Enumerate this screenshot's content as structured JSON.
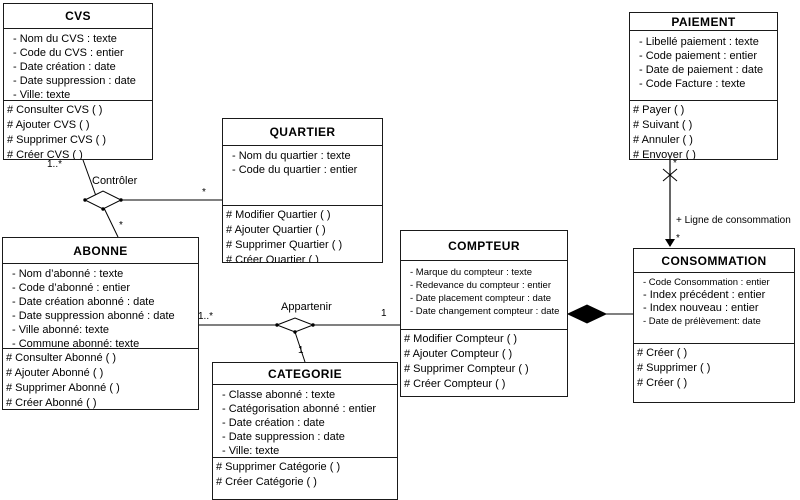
{
  "diagram_type": "uml-class-diagram",
  "colors": {
    "line": "#000000",
    "background": "#ffffff",
    "box_fill": "#ffffff",
    "text": "#000000"
  },
  "classes": {
    "cvs": {
      "name": "CVS",
      "attributes": [
        "- Nom du CVS : texte",
        "- Code du CVS : entier",
        "- Date création : date",
        "- Date suppression : date",
        "- Ville: texte"
      ],
      "methods": [
        "# Consulter CVS ( )",
        "# Ajouter CVS ( )",
        "# Supprimer CVS ( )",
        "# Créer CVS ( )"
      ]
    },
    "quartier": {
      "name": "QUARTIER",
      "attributes": [
        "- Nom du quartier : texte",
        "- Code du quartier : entier"
      ],
      "methods": [
        "# Modifier Quartier ( )",
        "# Ajouter Quartier ( )",
        "# Supprimer Quartier ( )",
        "# Créer Quartier ( )"
      ]
    },
    "abonne": {
      "name": "ABONNE",
      "attributes": [
        "- Nom d’abonné : texte",
        "- Code d’abonné : entier",
        "- Date création abonné : date",
        "- Date suppression abonné : date",
        "- Ville abonné: texte",
        "- Commune abonné: texte"
      ],
      "methods": [
        "# Consulter Abonné ( )",
        "# Ajouter Abonné ( )",
        "# Supprimer Abonné ( )",
        "# Créer Abonné ( )"
      ]
    },
    "categorie": {
      "name": "CATEGORIE",
      "attributes": [
        "- Classe abonné : texte",
        "- Catégorisation abonné : entier",
        "- Date création : date",
        "- Date suppression : date",
        "- Ville: texte"
      ],
      "methods": [
        "# Supprimer Catégorie ( )",
        "# Créer Catégorie ( )"
      ]
    },
    "compteur": {
      "name": "COMPTEUR",
      "attributes": [
        "- Marque du compteur : texte",
        "- Redevance du compteur : entier",
        "- Date placement compteur : date",
        "- Date changement compteur : date"
      ],
      "methods": [
        "# Modifier Compteur ( )",
        "# Ajouter Compteur ( )",
        "# Supprimer Compteur ( )",
        "# Créer Compteur ( )"
      ]
    },
    "paiement": {
      "name": "PAIEMENT",
      "attributes": [
        "- Libellé paiement : texte",
        "- Code paiement : entier",
        "- Date de paiement : date",
        "- Code Facture : texte"
      ],
      "methods": [
        "# Payer ( )",
        "# Suivant ( )",
        "# Annuler ( )",
        "# Envoyer ( )"
      ]
    },
    "consommation": {
      "name": "CONSOMMATION",
      "attributes": [
        "- Code Consommation : entier",
        "- Index précédent : entier",
        "- Index nouveau : entier",
        "- Date de prélèvement: date"
      ],
      "methods": [
        "# Créer ( )",
        "# Supprimer ( )",
        "# Créer ( )"
      ]
    }
  },
  "associations": {
    "controler": {
      "label": "Contrôler",
      "cvs_end": "1..*",
      "quartier_end": "*",
      "abonne_end": "*"
    },
    "appartenir": {
      "label": "Appartenir",
      "abonne_end": "1..*",
      "compteur_end": "1",
      "categorie_end": "1"
    },
    "ligne_consommation": {
      "label": "+ Ligne de consommation",
      "paiement_end": "*",
      "consommation_end": "*"
    }
  }
}
